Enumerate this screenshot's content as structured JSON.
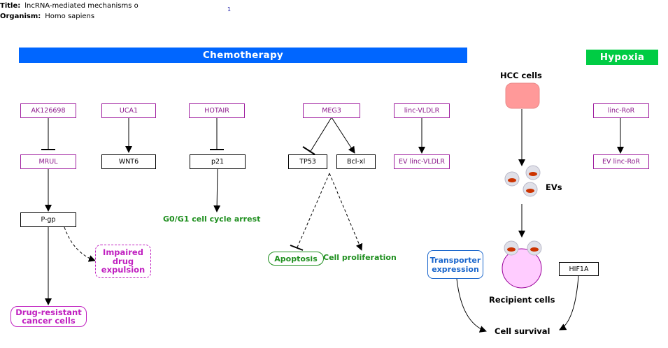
{
  "header": {
    "title_label": "Title:",
    "title_value": "lncRNA-mediated mechanisms o",
    "organism_label": "Organism:",
    "organism_value": "Homo sapiens",
    "page_number": "1"
  },
  "banners": {
    "chemotherapy": "Chemotherapy",
    "hypoxia": "Hypoxia"
  },
  "lncrnas": {
    "ak126698": "AK126698",
    "uca1": "UCA1",
    "hotair": "HOTAIR",
    "meg3": "MEG3",
    "linc_vldlr": "linc-VLDLR",
    "linc_ror": "linc-RoR",
    "mrul": "MRUL",
    "ev_linc_vldlr": "EV linc-VLDLR",
    "ev_linc_ror": "EV linc-RoR"
  },
  "genes": {
    "wnt6": "WNT6",
    "p21": "p21",
    "tp53": "TP53",
    "bcl_xl": "Bcl-xl",
    "pgp": "P-gp",
    "hif1a": "HIF1A"
  },
  "outcomes": {
    "g0g1": "G0/G1 cell cycle arrest",
    "apoptosis": "Apoptosis",
    "cell_proliferation": "Cell proliferation",
    "impaired_drug_expulsion": "Impaired drug expulsion",
    "drug_resistant": "Drug-resistant cancer cells",
    "transporter_expression": "Transporter expression",
    "cell_survival": "Cell survival"
  },
  "labels": {
    "hcc_cells": "HCC cells",
    "evs": "EVs",
    "recipient_cells": "Recipient cells"
  },
  "colors": {
    "chemotherapy_banner": "#0066ff",
    "hypoxia_banner": "#00cc44",
    "lncrna_border": "#a020a0",
    "outcome_green": "#1f8f1f",
    "outcome_magenta": "#c020c0",
    "transporter_blue": "#1a66cc",
    "hcc_cell_fill": "#ff9999",
    "recipient_cell_fill": "#ffccff",
    "ev_cargo": "#cc3300"
  }
}
